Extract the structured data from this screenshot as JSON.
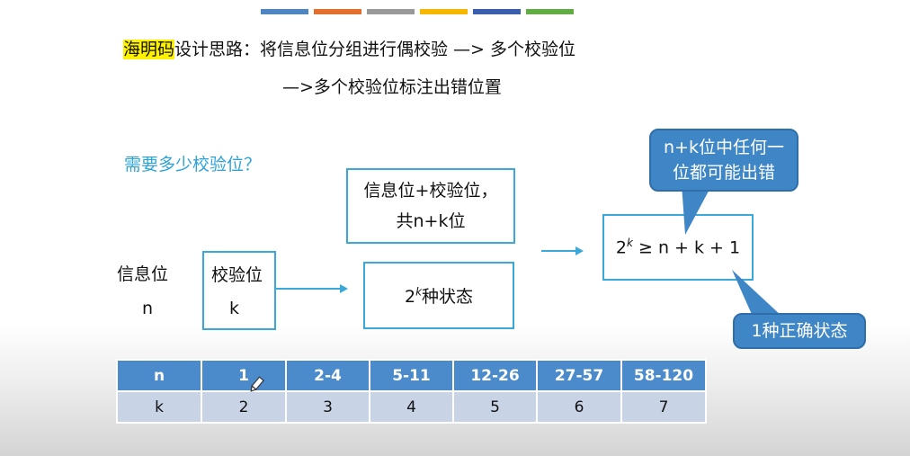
{
  "header": {
    "stripe_colors": [
      "#4f86c2",
      "#e36f2e",
      "#9a9a9a",
      "#f6b700",
      "#3a5eab",
      "#63ab45"
    ]
  },
  "slide": {
    "line1": {
      "highlight": "海明码",
      "rest": "设计思路：将信息位分组进行偶校验 —> 多个校验位"
    },
    "line2": "—>多个校验位标注出错位置",
    "question": "需要多少校验位？",
    "info_label": "信息位",
    "info_var": "n",
    "check_label": "校验位",
    "check_var": "k",
    "total_line1": "信息位+校验位，",
    "total_line2": "共n+k位",
    "states_base": "2",
    "states_exp": "k",
    "states_suffix": "种状态",
    "ineq_base": "2",
    "ineq_exp": "k",
    "ineq_rest": " ≥ n + k + 1",
    "callout_top": "n+k位中任何一位都可能出错",
    "callout_top_line1": "n+k位中任何一",
    "callout_top_line2": "位都可能出错",
    "callout_bottom": "1种正确状态"
  },
  "table": {
    "n_row": [
      "n",
      "1",
      "2-4",
      "5-11",
      "12-26",
      "27-57",
      "58-120"
    ],
    "k_row": [
      "k",
      "2",
      "3",
      "4",
      "5",
      "6",
      "7"
    ]
  }
}
